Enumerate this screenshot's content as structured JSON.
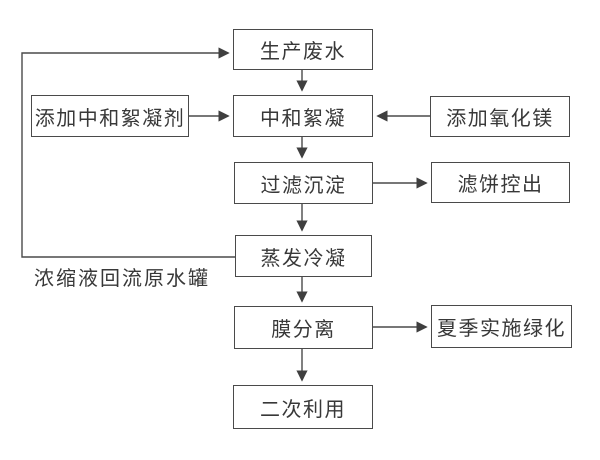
{
  "diagram": {
    "type": "flowchart",
    "background_color": "#ffffff",
    "line_color": "#3f3f3f",
    "text_color": "#383838",
    "nodes": {
      "production_wastewater": "生产废水",
      "add_neutralizing_flocculant": "添加中和絮凝剂",
      "neutralization_flocculation": "中和絮凝",
      "add_magnesium_oxide": "添加氧化镁",
      "filtration_sedimentation": "过滤沉淀",
      "filter_cake_discharge": "滤饼控出",
      "evaporation_condensation": "蒸发冷凝",
      "membrane_separation": "膜分离",
      "summer_greening": "夏季实施绿化",
      "secondary_use": "二次利用"
    },
    "labels": {
      "recycle_note": "浓缩液回流原水罐"
    },
    "edges": [
      {
        "from": "production_wastewater",
        "to": "neutralization_flocculation"
      },
      {
        "from": "add_neutralizing_flocculant",
        "to": "neutralization_flocculation"
      },
      {
        "from": "add_magnesium_oxide",
        "to": "neutralization_flocculation"
      },
      {
        "from": "neutralization_flocculation",
        "to": "filtration_sedimentation"
      },
      {
        "from": "filtration_sedimentation",
        "to": "filter_cake_discharge"
      },
      {
        "from": "filtration_sedimentation",
        "to": "evaporation_condensation"
      },
      {
        "from": "evaporation_condensation",
        "to": "production_wastewater",
        "label": "浓缩液回流原水罐"
      },
      {
        "from": "evaporation_condensation",
        "to": "membrane_separation"
      },
      {
        "from": "membrane_separation",
        "to": "summer_greening"
      },
      {
        "from": "membrane_separation",
        "to": "secondary_use"
      }
    ]
  }
}
